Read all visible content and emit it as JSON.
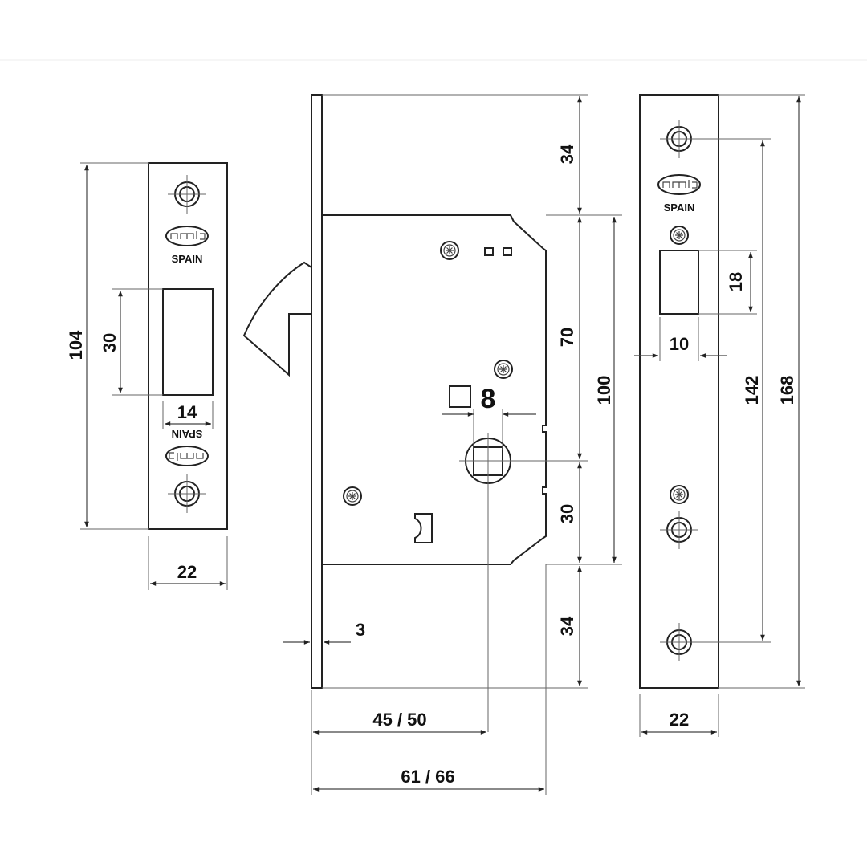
{
  "left_strike": {
    "brand": "amig",
    "origin": "SPAIN",
    "origin_inverted": "SPAIN",
    "dim_height": "104",
    "dim_slot_height": "30",
    "dim_slot_width": "14",
    "dim_width": "22"
  },
  "lock_body": {
    "spindle_label": "8",
    "dim_top": "34",
    "dim_upper": "70",
    "dim_lower": "30",
    "dim_bottom": "34",
    "dim_case": "100",
    "dim_faceplate": "3",
    "dim_backset": "45 / 50",
    "dim_depth": "61 / 66"
  },
  "right_faceplate": {
    "brand": "amig",
    "origin": "SPAIN",
    "dim_slot_height": "18",
    "dim_slot_width": "10",
    "dim_hole_spacing": "142",
    "dim_height": "168",
    "dim_width": "22"
  }
}
